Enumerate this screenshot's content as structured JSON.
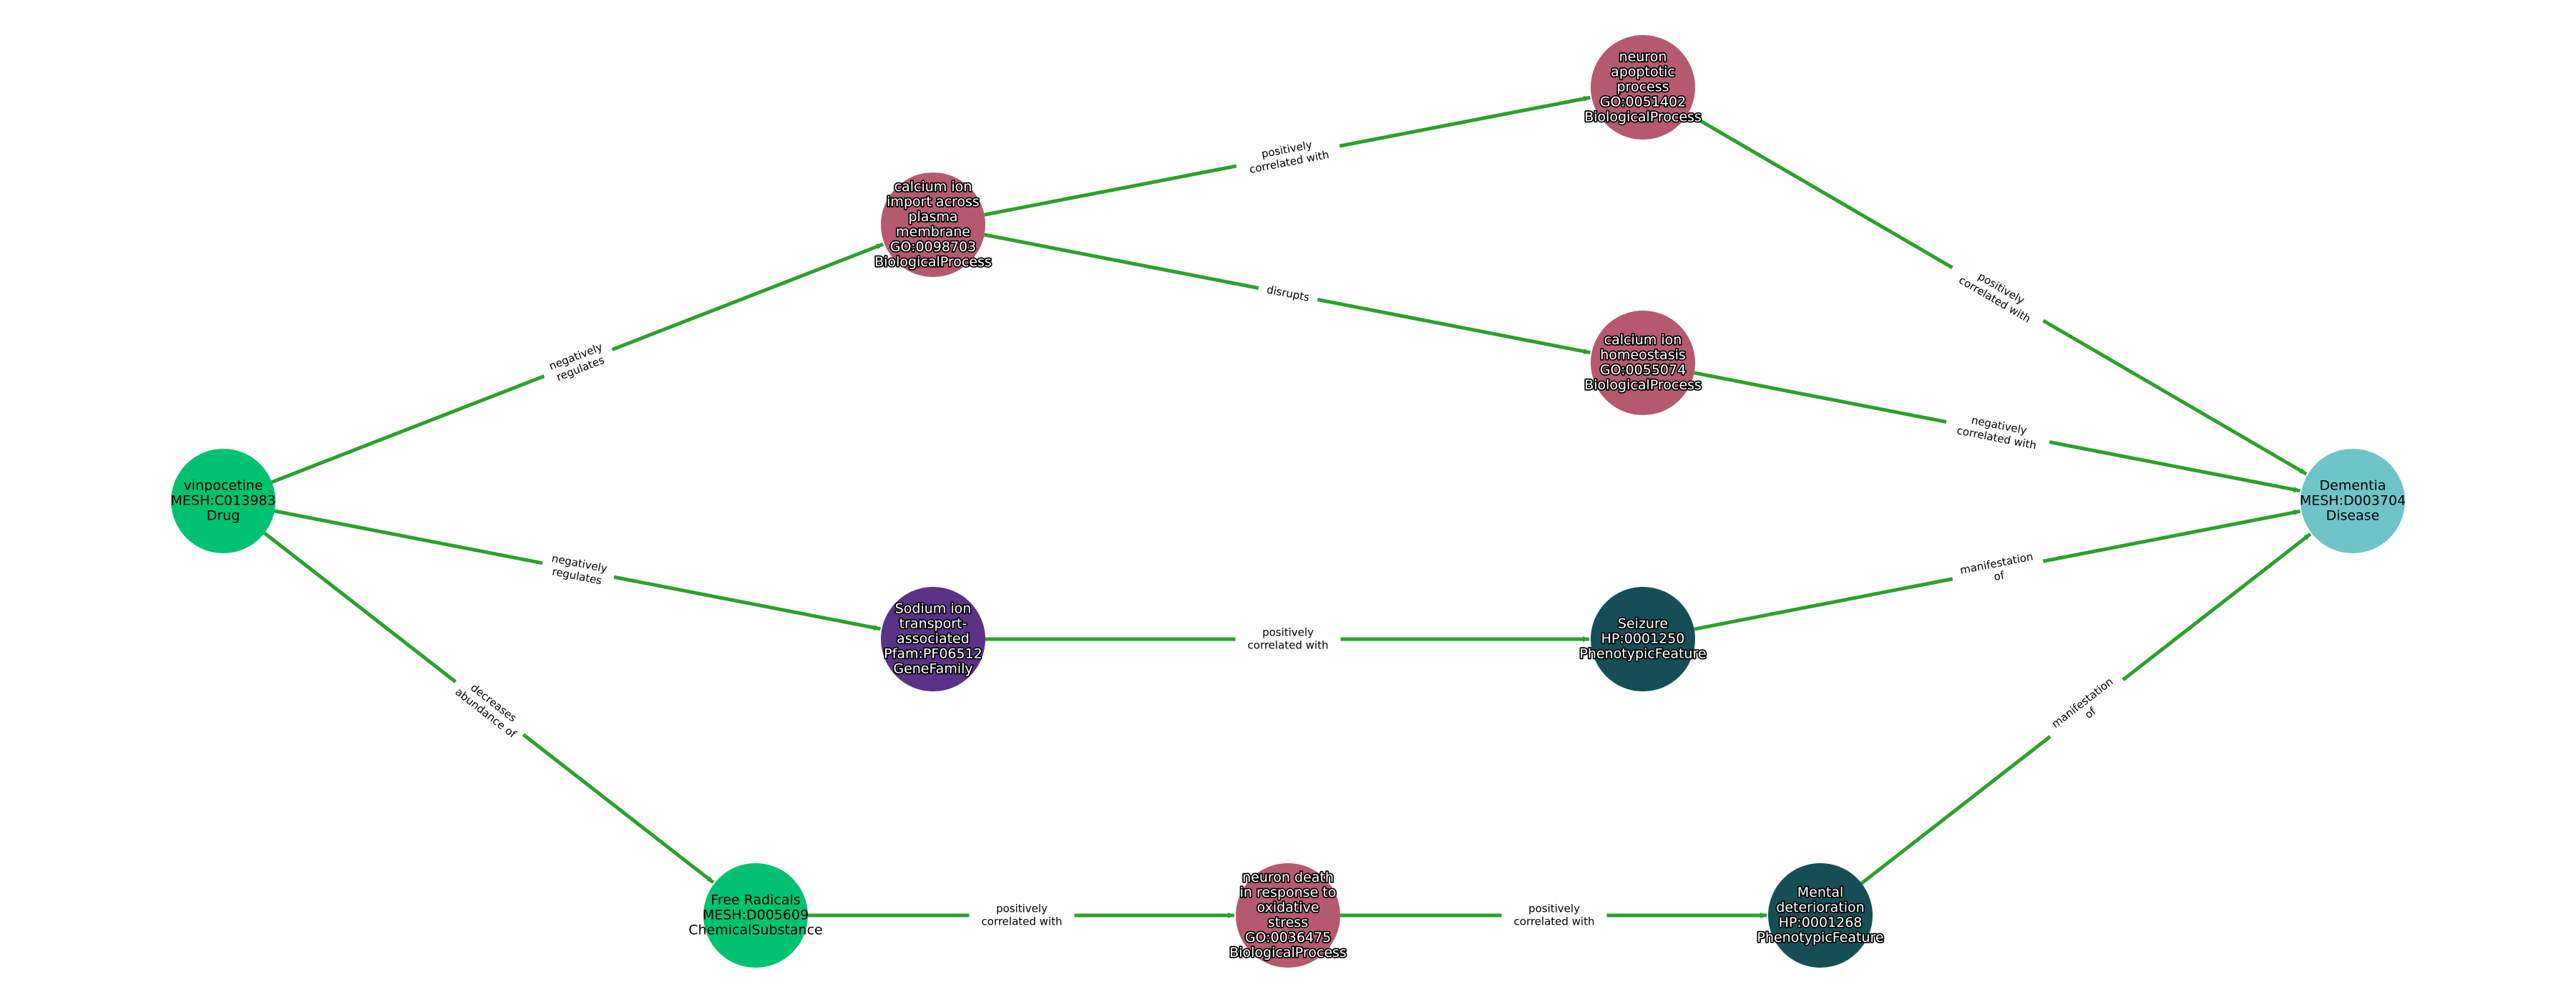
{
  "colors": {
    "edge": "#2ca02c",
    "Drug": "#00c271",
    "ChemicalSubstance": "#00c271",
    "BiologicalProcess": "#b5596e",
    "GeneFamily": "#5a3286",
    "PhenotypicFeature": "#154e56",
    "Disease": "#6ec4c9"
  },
  "nodes": [
    {
      "id": "vinpocetine",
      "type": "Drug",
      "lines": [
        "vinpocetine",
        "MESH:C013983",
        "Drug"
      ]
    },
    {
      "id": "ca_import",
      "type": "BiologicalProcess",
      "lines": [
        "calcium ion",
        "import across",
        "plasma",
        "membrane",
        "GO:0098703",
        "BiologicalProcess"
      ]
    },
    {
      "id": "neuron_apop",
      "type": "BiologicalProcess",
      "lines": [
        "neuron",
        "apoptotic",
        "process",
        "GO:0051402",
        "BiologicalProcess"
      ]
    },
    {
      "id": "ca_homeo",
      "type": "BiologicalProcess",
      "lines": [
        "calcium ion",
        "homeostasis",
        "GO:0055074",
        "BiologicalProcess"
      ]
    },
    {
      "id": "dementia",
      "type": "Disease",
      "lines": [
        "Dementia",
        "MESH:D003704",
        "Disease"
      ]
    },
    {
      "id": "sodium",
      "type": "GeneFamily",
      "lines": [
        "Sodium ion",
        "transport-",
        "associated",
        "Pfam:PF06512",
        "GeneFamily"
      ]
    },
    {
      "id": "seizure",
      "type": "PhenotypicFeature",
      "lines": [
        "Seizure",
        "HP:0001250",
        "PhenotypicFeature"
      ]
    },
    {
      "id": "free_radicals",
      "type": "ChemicalSubstance",
      "lines": [
        "Free Radicals",
        "MESH:D005609",
        "ChemicalSubstance"
      ]
    },
    {
      "id": "neuron_death",
      "type": "BiologicalProcess",
      "lines": [
        "neuron death",
        "in response to",
        "oxidative",
        "stress",
        "GO:0036475",
        "BiologicalProcess"
      ]
    },
    {
      "id": "mental",
      "type": "PhenotypicFeature",
      "lines": [
        "Mental",
        "deterioration",
        "HP:0001268",
        "PhenotypicFeature"
      ]
    }
  ],
  "edges": [
    {
      "source": "vinpocetine",
      "target": "ca_import",
      "label": [
        "negatively",
        "regulates"
      ]
    },
    {
      "source": "vinpocetine",
      "target": "sodium",
      "label": [
        "negatively",
        "regulates"
      ]
    },
    {
      "source": "vinpocetine",
      "target": "free_radicals",
      "label": [
        "decreases",
        "abundance of"
      ]
    },
    {
      "source": "ca_import",
      "target": "neuron_apop",
      "label": [
        "positively",
        "correlated with"
      ]
    },
    {
      "source": "ca_import",
      "target": "ca_homeo",
      "label": [
        "disrupts"
      ]
    },
    {
      "source": "neuron_apop",
      "target": "dementia",
      "label": [
        "positively",
        "correlated with"
      ]
    },
    {
      "source": "ca_homeo",
      "target": "dementia",
      "label": [
        "negatively",
        "correlated with"
      ]
    },
    {
      "source": "sodium",
      "target": "seizure",
      "label": [
        "positively",
        "correlated with"
      ]
    },
    {
      "source": "seizure",
      "target": "dementia",
      "label": [
        "manifestation",
        "of"
      ]
    },
    {
      "source": "free_radicals",
      "target": "neuron_death",
      "label": [
        "positively",
        "correlated with"
      ]
    },
    {
      "source": "neuron_death",
      "target": "mental",
      "label": [
        "positively",
        "correlated with"
      ]
    },
    {
      "source": "mental",
      "target": "dementia",
      "label": [
        "manifestation",
        "of"
      ]
    }
  ]
}
